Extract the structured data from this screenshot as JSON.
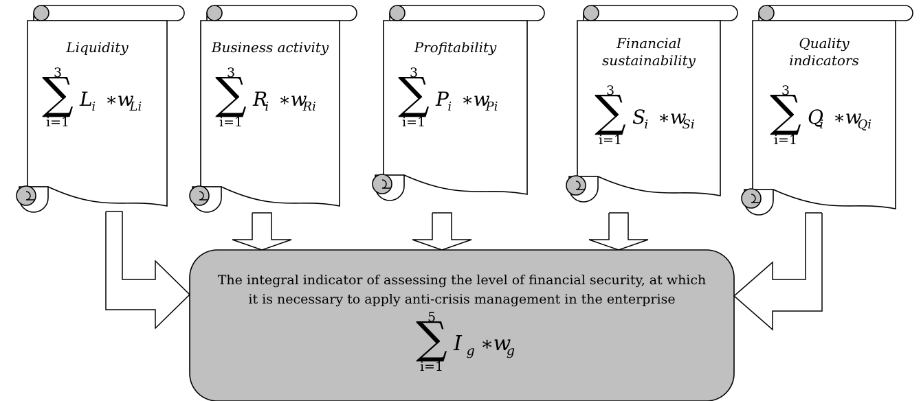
{
  "scrolls": [
    {
      "title_lines": [
        "Liquidity"
      ],
      "upper": "3",
      "lower": "i=1",
      "var": "L",
      "var_sub": "i",
      "star": "∗",
      "w": "w",
      "w_sub": "Li"
    },
    {
      "title_lines": [
        "Business activity"
      ],
      "upper": "3",
      "lower": "i=1",
      "var": "R",
      "var_sub": "i",
      "star": "∗",
      "w": "w",
      "w_sub": "Ri"
    },
    {
      "title_lines": [
        "Profitability"
      ],
      "upper": "3",
      "lower": "i=1",
      "var": "P",
      "var_sub": "i",
      "star": "∗",
      "w": "w",
      "w_sub": "Pi"
    },
    {
      "title_lines": [
        "Financial",
        "sustainability"
      ],
      "upper": "3",
      "lower": "i=1",
      "var": "S",
      "var_sub": "i",
      "star": "∗",
      "w": "w",
      "w_sub": "Si"
    },
    {
      "title_lines": [
        "Quality",
        "indicators"
      ],
      "upper": "3",
      "lower": "i=1",
      "var": "Q",
      "var_sub": "i",
      "star": "∗",
      "w": "w",
      "w_sub": "Qi"
    }
  ],
  "center": {
    "lines": [
      "The integral indicator of assessing the level of financial security, at which",
      "it is necessary to apply anti-crisis management in the enterprise"
    ],
    "upper": "5",
    "lower": "i=1",
    "var": "I",
    "var_sub": "g",
    "star": "∗",
    "w": "w",
    "w_sub": "g",
    "fill": "#c0c0c0"
  },
  "colors": {
    "curl_fill": "#c0c0c0",
    "stroke": "#000000"
  }
}
